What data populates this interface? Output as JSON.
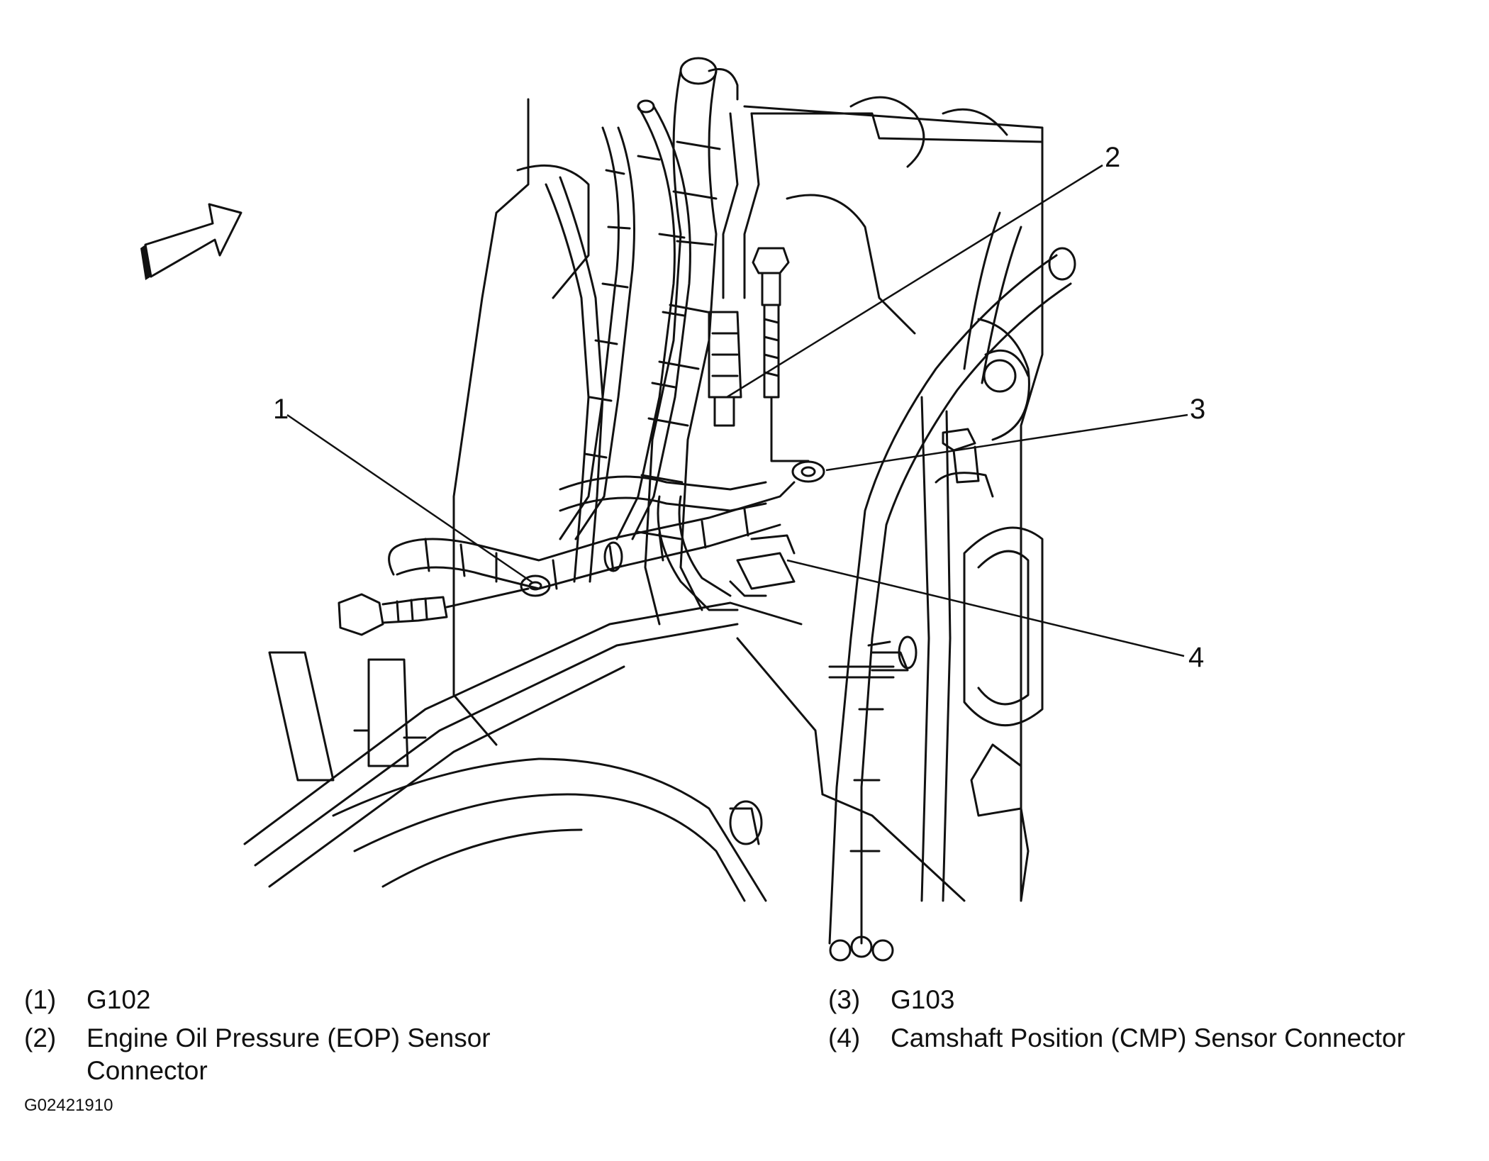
{
  "callouts": [
    "1",
    "2",
    "3",
    "4"
  ],
  "legend": [
    {
      "num": "(1)",
      "text": "G102"
    },
    {
      "num": "(2)",
      "text": "Engine Oil Pressure (EOP) Sensor Connector"
    },
    {
      "num": "(3)",
      "text": "G103"
    },
    {
      "num": "(4)",
      "text": "Camshaft Position (CMP) Sensor Connector"
    }
  ],
  "figure_id": "G02421910",
  "icons": [
    "direction-arrow-icon"
  ],
  "colors": {
    "ink": "#111111",
    "background": "#ffffff"
  }
}
